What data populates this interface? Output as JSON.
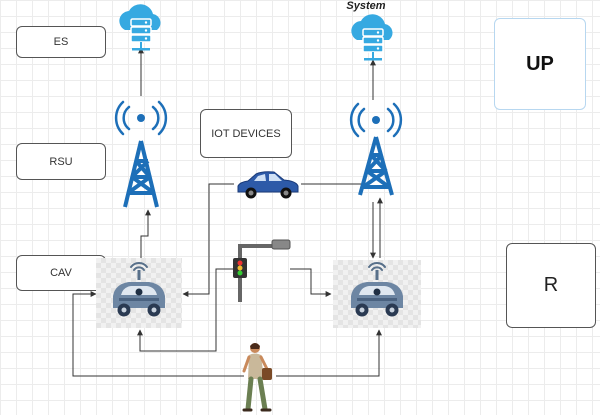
{
  "diagram": {
    "system_title": "System",
    "labels": {
      "es": "ES",
      "rsu": "RSU",
      "cav": "CAV",
      "iot_devices": "IOT DEVICES",
      "up": "UP",
      "r": "R"
    }
  },
  "icons": {
    "server_cloud": "cloud-server-icon",
    "antenna": "antenna-tower-icon",
    "car": "car-icon",
    "vehicle": "autonomous-vehicle-icon",
    "traffic_light": "traffic-light-icon",
    "pedestrian": "pedestrian-icon"
  },
  "colors": {
    "icon_blue": "#1d6fb8",
    "cloud_blue": "#36a9e1",
    "car_blue": "#2d5aa8",
    "up_border": "#b7d7f0"
  }
}
